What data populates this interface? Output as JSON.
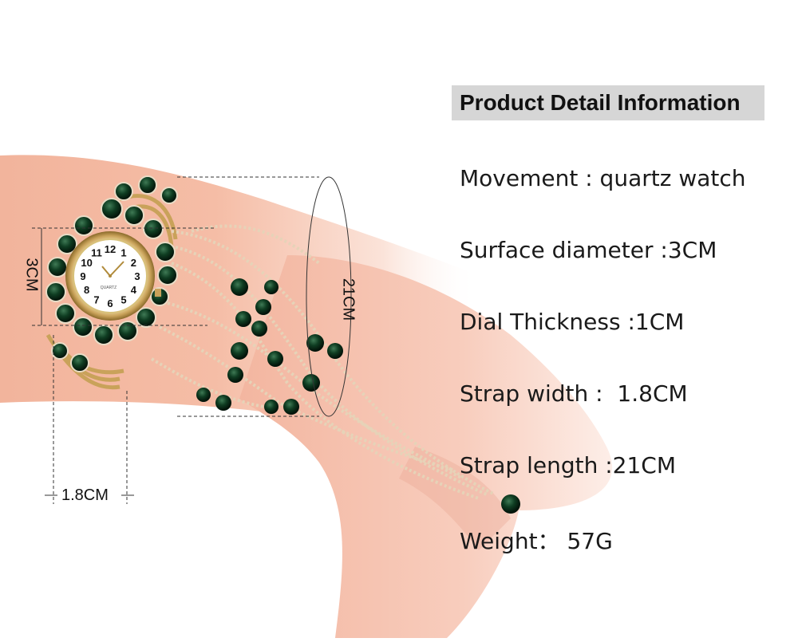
{
  "title": "Product Detail Information",
  "specs": [
    "Movement : quartz watch",
    "Surface diameter :3CM",
    "Dial Thickness :1CM",
    "Strap width :  1.8CM",
    "Strap length :21CM",
    "Weight： 57G"
  ],
  "dimensions": {
    "dial_height": "3CM",
    "strap_length": "21CM",
    "strap_width": "1.8CM"
  },
  "dial": {
    "brand": "QUARTZ",
    "numerals": [
      "12",
      "1",
      "2",
      "3",
      "4",
      "5",
      "6",
      "7",
      "8",
      "9",
      "10",
      "11"
    ]
  },
  "colors": {
    "skin": "#f0a98d",
    "skin_dark": "#d9877a",
    "gold": "#c9a25a",
    "gem_green": "#0f3d22",
    "title_bg": "#d6d6d6"
  }
}
